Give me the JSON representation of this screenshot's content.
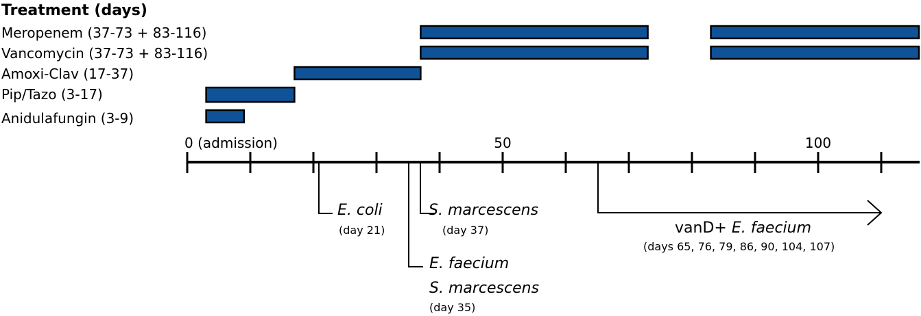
{
  "title": "Treatment (days)",
  "treatments": [
    {
      "label": "Meropenem (37-73 + 83-116)",
      "periods": [
        [
          37,
          73
        ],
        [
          83,
          116
        ]
      ]
    },
    {
      "label": "Vancomycin (37-73 + 83-116)",
      "periods": [
        [
          37,
          73
        ],
        [
          83,
          116
        ]
      ]
    },
    {
      "label": "Amoxi-Clav (17-37)",
      "periods": [
        [
          17,
          37
        ]
      ]
    },
    {
      "label": "Pip/Tazo (3-17)",
      "periods": [
        [
          3,
          17
        ]
      ]
    },
    {
      "label": "Anidulafungin (3-9)",
      "periods": [
        [
          3,
          9
        ]
      ]
    }
  ],
  "axis": {
    "range": [
      0,
      118
    ],
    "tick_step": 10,
    "tick_labels": [
      {
        "day": 0,
        "text": "0 (admission)"
      },
      {
        "day": 50,
        "text": "50"
      },
      {
        "day": 100,
        "text": "100"
      }
    ]
  },
  "bar_color": "#0f5298",
  "events": [
    {
      "day": 21,
      "organisms": [
        "E. coli"
      ],
      "detail": "(day 21)"
    },
    {
      "day": 37,
      "organisms": [
        "S. marcescens"
      ],
      "detail": "(day 37)"
    },
    {
      "day": 35,
      "organisms": [
        "E. faecium",
        "S. marcescens"
      ],
      "detail": "(day 35)"
    },
    {
      "day": 65,
      "organism_prefix": "vanD+ ",
      "organisms": [
        "E. faecium"
      ],
      "detail": "(days 65, 76, 79, 86, 90, 104, 107)",
      "arrow_to_day": 111
    }
  ]
}
